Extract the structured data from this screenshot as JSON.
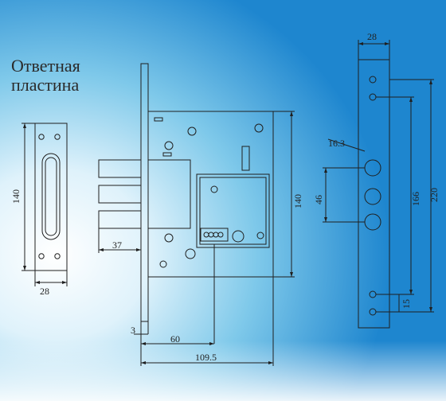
{
  "title": {
    "line1": "Ответная",
    "line2": "пластина"
  },
  "dimensions": {
    "strike_width": "28",
    "strike_height": "140",
    "bolt_projection": "37",
    "faceplate_thickness": "3",
    "backset": "60",
    "case_depth": "109.5",
    "case_height": "140",
    "faceplate_width": "28",
    "hole_diameter": "16.3",
    "bolt_spacing": "46",
    "inner_height": "166",
    "faceplate_height": "220",
    "screw_spacing": "15"
  },
  "colors": {
    "line": "#1f1f1f",
    "dim_line": "#2a2a2a"
  }
}
